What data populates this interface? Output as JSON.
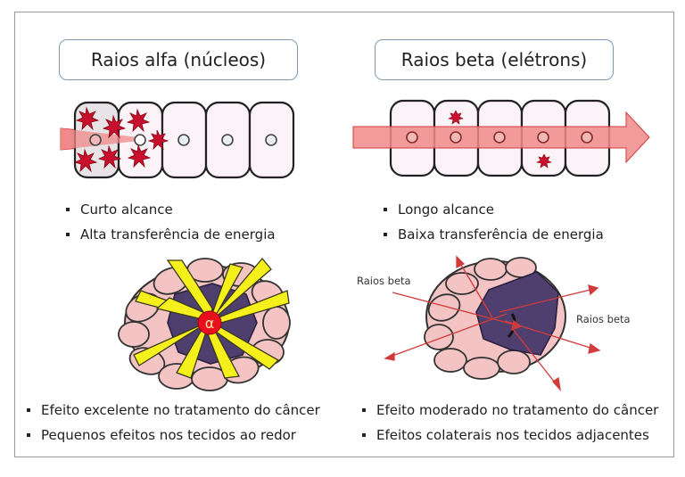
{
  "left_panel": {
    "title": "Raios alfa (núcleos)",
    "properties": [
      "Curto alcance",
      "Alta transferência de energia"
    ],
    "effects": [
      "Efeito excelente no tratamento do câncer",
      "Pequenos efeitos nos tecidos ao redor"
    ],
    "particle_symbol": "α"
  },
  "right_panel": {
    "title": "Raios beta (elétrons)",
    "properties": [
      "Longo alcance",
      "Baixa transferência de energia"
    ],
    "effects": [
      "Efeito moderado no tratamento do câncer",
      "Efeitos colaterais nos tecidos adjacentes"
    ],
    "ray_label_left": "Raios beta",
    "ray_label_right": "Raios beta"
  },
  "colors": {
    "beam": "#f08a8a",
    "beam_edge": "#d23b3b",
    "starburst": "#c8102e",
    "cell_fill": "#fbf3f7",
    "tissue_cell": "#f4c4c4",
    "tumor": "#4e3f6e",
    "alpha_ray": "#f5f01c",
    "header_border": "#7f9ab0"
  }
}
